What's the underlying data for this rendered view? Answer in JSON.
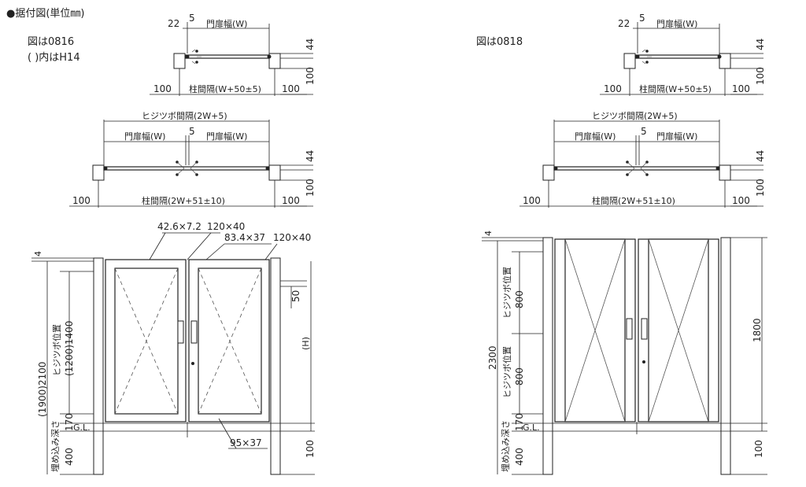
{
  "header": {
    "title": "●据付図(単位㎜)",
    "left_fig": "図は0816",
    "left_note": "( )内はH14",
    "right_fig": "図は0818"
  },
  "top_plan": {
    "d22": "22",
    "d5": "5",
    "door_width": "門扉幅(W)",
    "d44": "44",
    "d100": "100",
    "post_spacing": "柱間隔(W+50±5)"
  },
  "mid_plan": {
    "hinge_spacing": "ヒジツボ間隔(2W+5)",
    "door_width": "門扉幅(W)",
    "d5": "5",
    "d44": "44",
    "d100": "100",
    "post_spacing": "柱間隔(2W+51±10)"
  },
  "left_elev": {
    "d4": "4",
    "total_height": "(1900)2100",
    "hinge_pos": "ヒジツボ位置",
    "hinge_height": "(1200)1400",
    "d170": "170",
    "gl": "G.L.",
    "embed": "埋め込み深さ",
    "d400": "400",
    "member_a": "42.6×7.2",
    "member_b": "120×40",
    "member_c": "83.4×37",
    "member_d": "120×40",
    "member_e": "95×37",
    "d50": "50",
    "h": "(H)",
    "d100": "100"
  },
  "right_elev": {
    "d4": "4",
    "total_height": "2300",
    "hinge_pos": "ヒジツボ位置",
    "d800": "800",
    "d1800": "1800",
    "d170": "170",
    "gl": "G.L.",
    "embed": "埋め込み深さ",
    "d400": "400",
    "d100": "100"
  }
}
